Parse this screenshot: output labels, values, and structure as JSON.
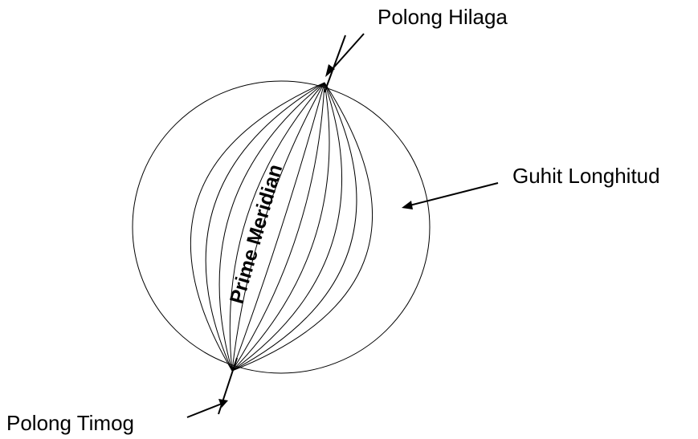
{
  "labels": {
    "north_pole": "Polong Hilaga",
    "south_pole": "Polong Timog",
    "longitude_line": "Guhit Longhitud",
    "prime_meridian": "Prime Meridian"
  },
  "colors": {
    "stroke": "#000000",
    "background": "#ffffff"
  }
}
